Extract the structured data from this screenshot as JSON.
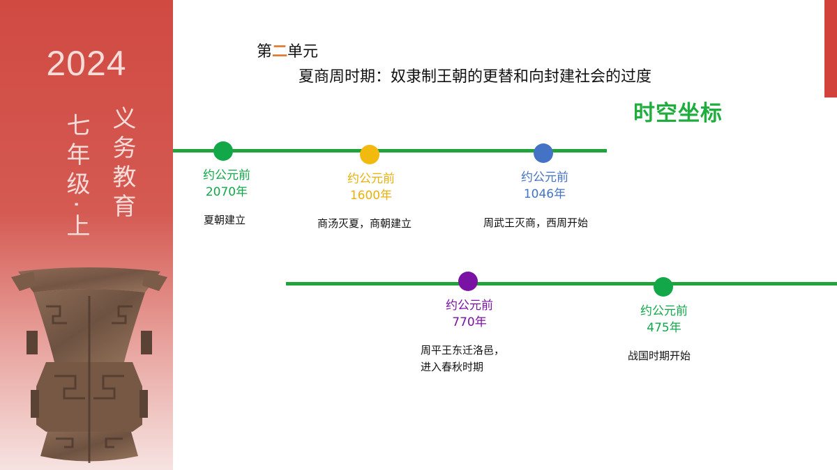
{
  "sidebar": {
    "year": "2024",
    "grade": "七年级·上",
    "program": "义务教育"
  },
  "heading": {
    "unit_prefix": "第",
    "unit_number": "二",
    "unit_suffix": "单元",
    "subtitle": "夏商周时期：奴隶制王朝的更替和向封建社会的过度",
    "section_title": "时空坐标"
  },
  "colors": {
    "timeline": "#1fa33a",
    "title_green": "#1fae3d",
    "accent_orange": "#e0762b",
    "panel_red": "#d04a42"
  },
  "timeline": [
    {
      "label": "约公元前",
      "year": "2070年",
      "event": "夏朝建立",
      "color": "#12a84a"
    },
    {
      "label": "约公元前",
      "year": "1600年",
      "event": "商汤灭夏，商朝建立",
      "color": "#f2b90f"
    },
    {
      "label": "约公元前",
      "year": "1046年",
      "event": "周武王灭商，西周开始",
      "color": "#4472c4"
    },
    {
      "label": "约公元前",
      "year": "770年",
      "event_line1": "周平王东迁洛邑，",
      "event_line2": "进入春秋时期",
      "color": "#7a12a3"
    },
    {
      "label": "约公元前",
      "year": "475年",
      "event": "战国时期开始",
      "color": "#12a84a"
    }
  ]
}
